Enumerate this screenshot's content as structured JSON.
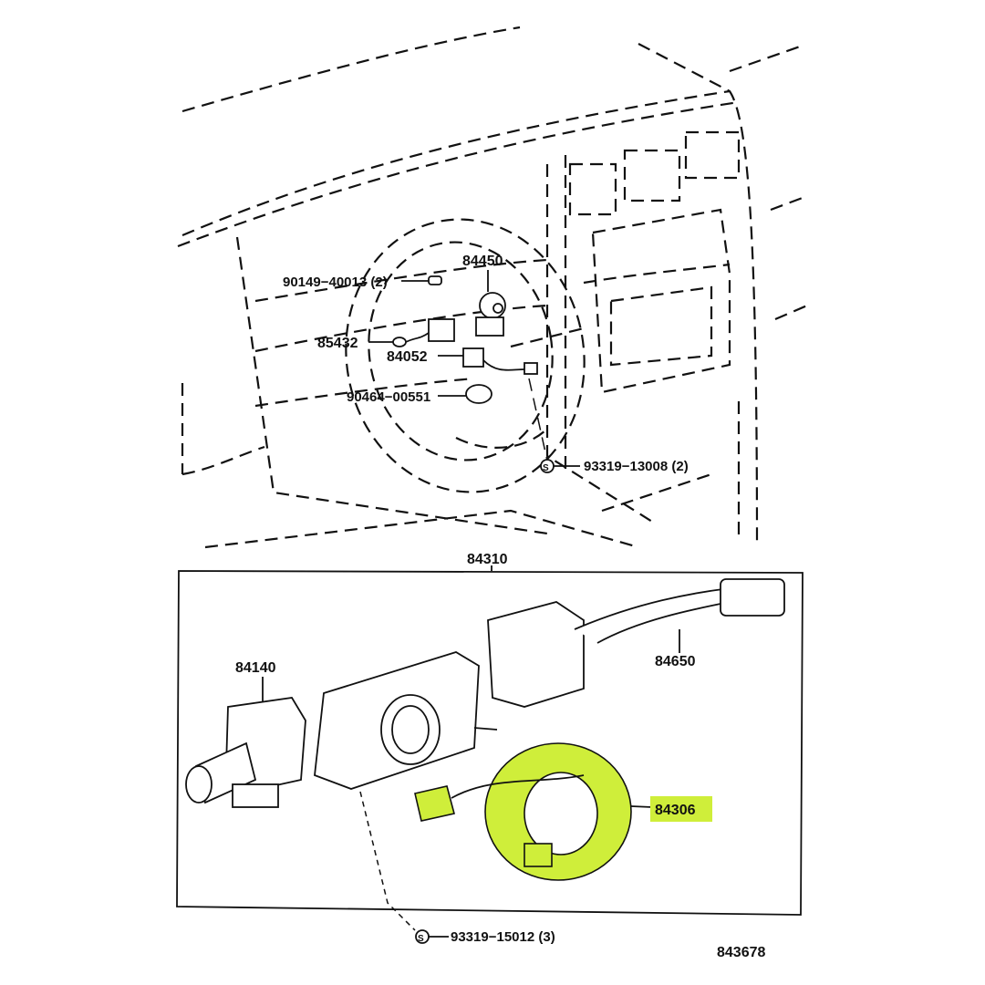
{
  "diagram": {
    "highlight_color": "#cfee3a",
    "labels": {
      "p84450": "84450",
      "p90149": "90149−40013 (2)",
      "p85432": "85432",
      "p84052": "84052",
      "p90464": "90464−00551",
      "p93319a": "93319−13008 (2)",
      "p84310": "84310",
      "p84140": "84140",
      "p84650": "84650",
      "p84306": "84306",
      "p93319b": "93319−15012 (3)",
      "figure_number": "843678",
      "screw_symbol": "S"
    }
  }
}
